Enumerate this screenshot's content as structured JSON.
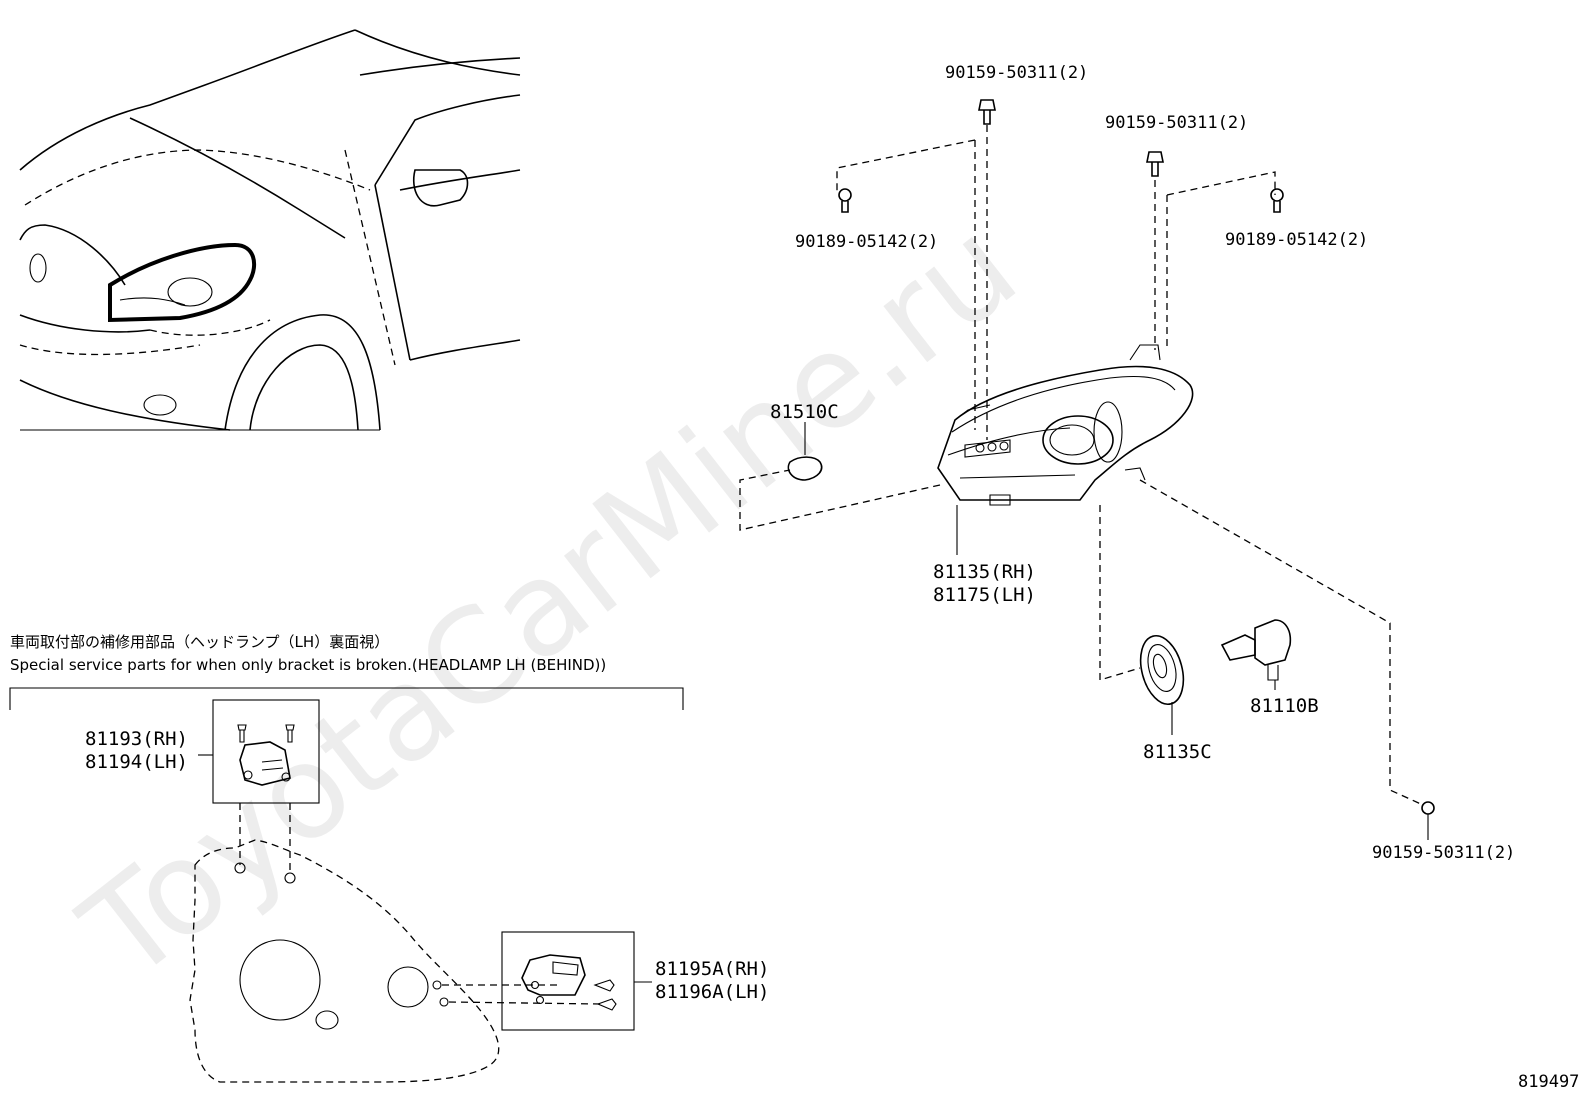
{
  "watermark": "ToyotaCarMine.ru",
  "diagram_id": "819497",
  "note": {
    "japanese": "車両取付部の補修用部品（ヘッドランプ（LH）裏面視）",
    "english": "Special service parts for when only bracket is broken.(HEADLAMP LH (BEHIND))"
  },
  "labels": {
    "bolt_top_center": "90159-50311(2)",
    "bolt_top_right": "90159-50311(2)",
    "clip_left": "90189-05142(2)",
    "clip_right": "90189-05142(2)",
    "bulb_cover": "81510C",
    "headlamp_rh": "81135(RH)",
    "headlamp_lh": "81175(LH)",
    "socket_cover": "81135C",
    "bulb": "81110B",
    "bolt_bottom_right": "90159-50311(2)",
    "bracket_upper_rh": "81193(RH)",
    "bracket_upper_lh": "81194(LH)",
    "bracket_lower_rh": "81195A(RH)",
    "bracket_lower_lh": "81196A(LH)"
  }
}
